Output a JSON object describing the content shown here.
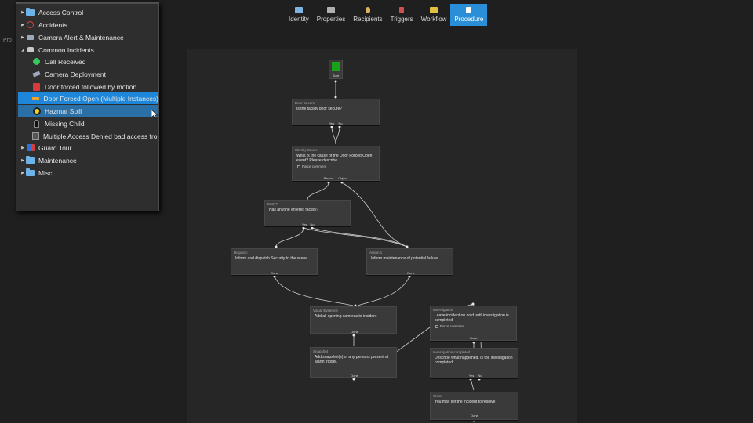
{
  "toolbar": {
    "tabs": [
      {
        "label": "Identity",
        "icon": "id-card-icon",
        "color": "#7fb3e0"
      },
      {
        "label": "Properties",
        "icon": "properties-icon",
        "color": "#b0b0b0"
      },
      {
        "label": "Recipients",
        "icon": "person-icon",
        "color": "#e0b060"
      },
      {
        "label": "Triggers",
        "icon": "trigger-icon",
        "color": "#d05050"
      },
      {
        "label": "Workflow",
        "icon": "workflow-icon",
        "color": "#e0c040"
      },
      {
        "label": "Procedure",
        "icon": "document-icon",
        "color": "#ffffff"
      }
    ],
    "active": "Procedure"
  },
  "side_label": "Pro",
  "tree": {
    "items": [
      {
        "label": "Access Control",
        "icon": "folder-icon",
        "caret": "▶",
        "level": 0
      },
      {
        "label": "Accidents",
        "icon": "alert-circle-icon",
        "caret": "▶",
        "level": 0
      },
      {
        "label": "Camera Alert & Maintenance",
        "icon": "camera-icon",
        "caret": "▶",
        "level": 0
      },
      {
        "label": "Common Incidents",
        "icon": "phone-icon",
        "caret": "◢",
        "level": 0
      },
      {
        "label": "Call Received",
        "icon": "whatsapp-icon",
        "caret": "",
        "level": 1
      },
      {
        "label": "Camera Deployment",
        "icon": "camera-icon",
        "caret": "",
        "level": 1
      },
      {
        "label": "Door forced followed by motion",
        "icon": "running-person-icon",
        "caret": "",
        "level": 1
      },
      {
        "label": "Door Forced Open (Multiple Instances)",
        "icon": "door-icon",
        "caret": "",
        "level": 1,
        "state": "selected"
      },
      {
        "label": "Hazmat Spill",
        "icon": "radiation-icon",
        "caret": "",
        "level": 1,
        "state": "hover"
      },
      {
        "label": "Missing Child",
        "icon": "child-icon",
        "caret": "",
        "level": 1
      },
      {
        "label": "Multiple Access Denied bad access from",
        "icon": "door-person-icon",
        "caret": "",
        "level": 1
      },
      {
        "label": "Guard Tour",
        "icon": "guard-icon",
        "caret": "▶",
        "level": 0
      },
      {
        "label": "Maintenance",
        "icon": "folder-icon",
        "caret": "▶",
        "level": 0
      },
      {
        "label": "Misc",
        "icon": "folder-icon",
        "caret": "▶",
        "level": 0
      }
    ]
  },
  "flow": {
    "start": {
      "label": "Start",
      "color": "#1aa01a"
    },
    "nodes": [
      {
        "id": "door-secure",
        "title": "Door Secure",
        "desc": "Is the facility door secure?",
        "ports": [
          "Yes",
          "No"
        ]
      },
      {
        "id": "identify-cause",
        "title": "Identify Cause",
        "desc": "What is the cause of the Door Forced Open event?  Please describe.",
        "check": "Force comment",
        "ports": [
          "Person",
          "Object"
        ]
      },
      {
        "id": "entry",
        "title": "Entry?",
        "desc": "Has anyone entered facility?",
        "ports": [
          "Yes",
          "No"
        ]
      },
      {
        "id": "dispatch",
        "title": "Dispatch",
        "desc": "Inform and dispatch Security to the scene.",
        "ports": [
          "Done"
        ]
      },
      {
        "id": "action",
        "title": "Action 1",
        "desc": "Inform maintenance of potential failure.",
        "ports": [
          "Done"
        ]
      },
      {
        "id": "visual-evidence",
        "title": "Visual Evidence",
        "desc": "Add all opening cameras to incident",
        "ports": [
          "Done"
        ]
      },
      {
        "id": "snapshot",
        "title": "Snapshot",
        "desc": "Add snapshot(s) of any persons present at alarm trigger.",
        "ports": [
          "Done"
        ]
      },
      {
        "id": "investigation",
        "title": "Investigation",
        "desc": "Leave incident on hold until investigation is completed",
        "check": "Force comment",
        "ports": [
          "Done"
        ]
      },
      {
        "id": "investigation-completed",
        "title": "Investigation completed",
        "desc": "Describe what happened. Is the investigation completed",
        "ports": [
          "Yes",
          "No"
        ]
      },
      {
        "id": "close",
        "title": "Close",
        "desc": "You may set the incident to resolve",
        "ports": [
          "Done"
        ]
      }
    ]
  }
}
